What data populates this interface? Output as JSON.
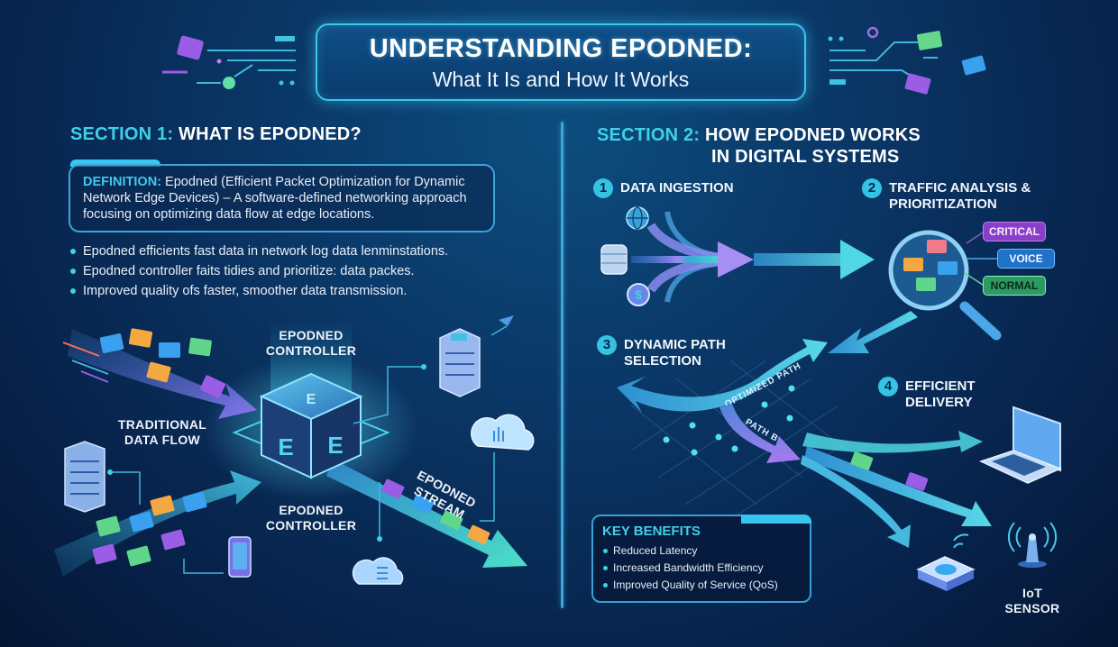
{
  "title": {
    "main": "UNDERSTANDING EPODNED:",
    "subtitle": "What It Is and How It Works"
  },
  "section1": {
    "heading_accent": "SECTION 1:",
    "heading_text": "WHAT IS EPODNED?",
    "definition_label": "DEFINITION:",
    "definition_text": "Epodned (Efficient Packet Optimization for Dynamic Network Edge Devices) – A software-defined networking approach focusing on optimizing data flow at edge locations.",
    "bullets": [
      "Epodned efficients fast data in network log data lenminstations.",
      "Epodned controller faits tidies and prioritize: data packes.",
      "Improved quality ofs faster, smoother data transmission."
    ],
    "diagram": {
      "controller_top_label": [
        "EPODNED",
        "CONTROLLER"
      ],
      "controller_bottom_label": [
        "EPODNED",
        "CONTROLLER"
      ],
      "traditional_label": [
        "TRADITIONAL",
        "DATA FLOW"
      ],
      "stream_label": [
        "EPODNED",
        "STREAM"
      ],
      "cube_letter": "E"
    }
  },
  "section2": {
    "heading_accent": "SECTION 2:",
    "heading_line1": "HOW EPODNED WORKS",
    "heading_line2": "IN DIGITAL SYSTEMS",
    "steps": [
      {
        "num": "1",
        "label": [
          "DATA INGESTION"
        ]
      },
      {
        "num": "2",
        "label": [
          "TRAFFIC ANALYSIS &",
          "PRIORITIZATION"
        ]
      },
      {
        "num": "3",
        "label": [
          "DYNAMIC PATH",
          "SELECTION"
        ]
      },
      {
        "num": "4",
        "label": [
          "EFFICIENT",
          "DELIVERY"
        ]
      }
    ],
    "priority_tags": [
      "CRITICAL",
      "VOICE",
      "NORMAL"
    ],
    "paths": [
      "OPTIMIZED PATH",
      "PATH B"
    ],
    "iot_label": [
      "IoT",
      "SENSOR"
    ],
    "key_benefits": {
      "title": "KEY BENEFITS",
      "items": [
        "Reduced Latency",
        "Increased Bandwidth Efficiency",
        "Improved Quality of Service (QoS)"
      ]
    }
  },
  "colors": {
    "accent_cyan": "#3fd0e8",
    "critical": "#8a3fc9",
    "voice": "#1f71c9",
    "normal": "#2b9a63",
    "envelope_purple": "#9b5de5",
    "envelope_orange": "#f5a742",
    "envelope_blue": "#3aa0f0",
    "envelope_green": "#5fd68a"
  },
  "icons": [
    "envelope-icon",
    "server-icon",
    "cloud-icon",
    "smartphone-icon",
    "globe-icon",
    "database-icon",
    "dollar-coin-icon",
    "magnifier-icon",
    "laptop-icon",
    "router-icon",
    "antenna-icon"
  ]
}
